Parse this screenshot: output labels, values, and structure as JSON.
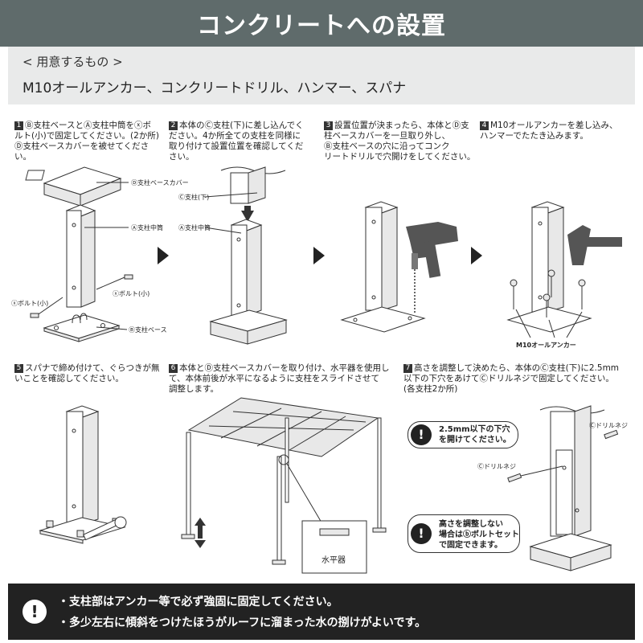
{
  "header": {
    "title": "コンクリートへの設置"
  },
  "tools": {
    "heading": "< 用意するもの >",
    "items": "M10オールアンカー、コンクリートドリル、ハンマー、スパナ"
  },
  "steps": [
    {
      "num": "1",
      "line1": "Ⓑ支柱ベースとⒶ支柱中筒をⓧボ",
      "line2": "ルト(小)で固定してください。(2か所)",
      "line3": "Ⓓ支柱ベースカバーを被せてくださ",
      "line4": "い。"
    },
    {
      "num": "2",
      "line1": "本体のⒸ支柱(下)に差し込んでく",
      "line2": "ださい。4か所全ての支柱を同様に",
      "line3": "取り付けて設置位置を確認してくだ",
      "line4": "さい。"
    },
    {
      "num": "3",
      "line1": "設置位置が決まったら、本体とⒹ支",
      "line2": "柱ベースカバーを一旦取り外し、",
      "line3": "Ⓑ支柱ベースの穴に沿ってコンク",
      "line4": "リートドリルで穴開けをしてください。"
    },
    {
      "num": "4",
      "line1": "M10オールアンカーを差し込み、",
      "line2": "ハンマーでたたき込みます。",
      "line3": "",
      "line4": ""
    },
    {
      "num": "5",
      "line1": "スパナで締め付けて、ぐらつきが無",
      "line2": "いことを確認してください。",
      "line3": "",
      "line4": ""
    },
    {
      "num": "6",
      "line1": "本体とⒹ支柱ベースカバーを取り付け、水平器を使用し",
      "line2": "て、本体前後が水平になるように支柱をスライドさせて",
      "line3": "調整します。",
      "line4": ""
    },
    {
      "num": "7",
      "line1": "高さを調整して決めたら、本体のⒸ支柱(下)に2.5mm",
      "line2": "以下の下穴をあけてⒸドリルネジで固定してください。",
      "line3": "(各支柱2か所)",
      "line4": ""
    }
  ],
  "labels": {
    "base_cover": "Ⓓ支柱ベースカバー",
    "middle_tube": "Ⓐ支柱中筒",
    "bolt_small_left": "ⓧボルト(小)",
    "bolt_small_right": "ⓧボルト(小)",
    "base": "Ⓑ支柱ベース",
    "pole_lower": "Ⓒ支柱(下)",
    "middle_tube_2": "Ⓐ支柱中筒",
    "anchor": "M10オールアンカー",
    "level": "水平器",
    "drill_screw_1": "Ⓒドリルネジ",
    "drill_screw_2": "Ⓒドリルネジ"
  },
  "callouts": {
    "pilot_hole_line1": "2.5mm以下の下穴",
    "pilot_hole_line2": "を開けてください。",
    "bolt_set_line1": "高さを調整しない",
    "bolt_set_line2": "場合はⓑボルトセット",
    "bolt_set_line3": "で固定できます。"
  },
  "notes": {
    "line1": "・支柱部はアンカー等で必ず強固に固定してください。",
    "line2": "・多少左右に傾斜をつけたほうがルーフに溜まった水の捌けがよいです。"
  }
}
